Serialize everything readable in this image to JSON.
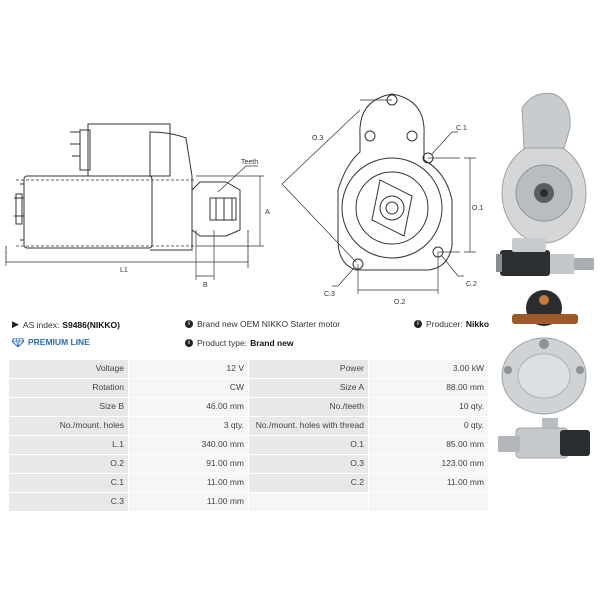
{
  "drawing": {
    "labels": {
      "teeth": "Teeth",
      "a": "A",
      "b": "B",
      "l1": "L1",
      "o3": "O.3",
      "c1": "C.1",
      "o1": "O.1",
      "c2": "C.2",
      "c3": "C.3",
      "o2": "O.2"
    }
  },
  "info": {
    "as_index_label": "AS index:",
    "as_index_value": "S9486(NIKKO)",
    "description": "Brand new OEM NIKKO Starter motor",
    "producer_label": "Producer:",
    "producer_value": "Nikko",
    "premium_line": "PREMIUM LINE",
    "product_type_label": "Product type:",
    "product_type_value": "Brand new"
  },
  "specs": [
    [
      {
        "label": "Voltage",
        "value": "12 V"
      },
      {
        "label": "Power",
        "value": "3.00 kW"
      }
    ],
    [
      {
        "label": "Rotation",
        "value": "CW"
      },
      {
        "label": "Size A",
        "value": "88.00 mm"
      }
    ],
    [
      {
        "label": "Size B",
        "value": "46.00 mm"
      },
      {
        "label": "No./teeth",
        "value": "10 qty."
      }
    ],
    [
      {
        "label": "No./mount. holes",
        "value": "3 qty."
      },
      {
        "label": "No./mount. holes with thread",
        "value": "0 qty."
      }
    ],
    [
      {
        "label": "L.1",
        "value": "340.00 mm"
      },
      {
        "label": "O.1",
        "value": "85.00 mm"
      }
    ],
    [
      {
        "label": "O.2",
        "value": "91.00 mm"
      },
      {
        "label": "O.3",
        "value": "123.00 mm"
      }
    ],
    [
      {
        "label": "C.1",
        "value": "11.00 mm"
      },
      {
        "label": "C.2",
        "value": "11.00 mm"
      }
    ],
    [
      {
        "label": "C.3",
        "value": "11.00 mm"
      },
      {
        "label": "",
        "value": ""
      }
    ]
  ],
  "colors": {
    "accent": "#2a6db5",
    "label_bg": "#e8e8e8",
    "value_bg": "#f6f6f6"
  }
}
